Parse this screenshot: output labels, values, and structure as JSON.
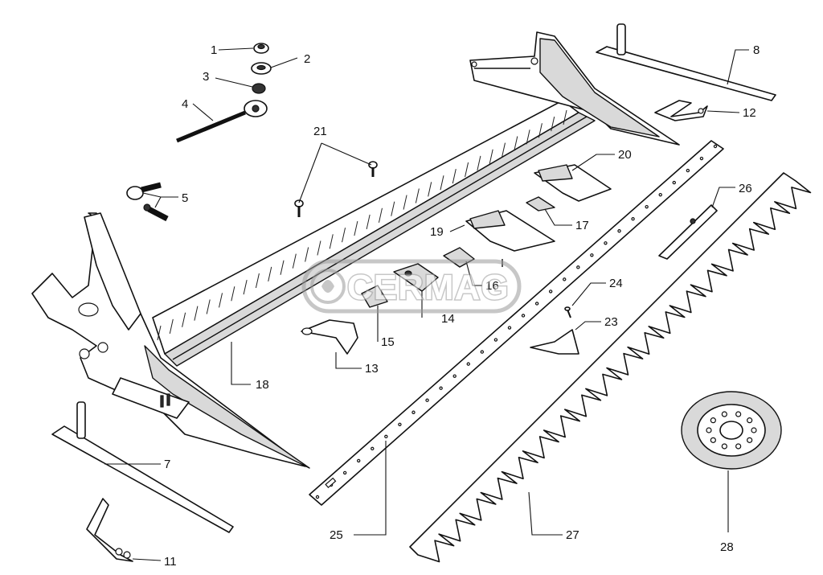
{
  "watermark": {
    "text": "CERMAG",
    "color": "#9a9a9a"
  },
  "callouts": {
    "c1": "1",
    "c2": "2",
    "c3": "3",
    "c4": "4",
    "c5": "5",
    "c7": "7",
    "c8": "8",
    "c11": "11",
    "c12": "12",
    "c13": "13",
    "c14": "14",
    "c15": "15",
    "c16": "16",
    "c17": "17",
    "c18": "18",
    "c19": "19",
    "c20": "20",
    "c21": "21",
    "c23": "23",
    "c24": "24",
    "c25": "25",
    "c26": "26",
    "c27": "27",
    "c28": "28"
  }
}
